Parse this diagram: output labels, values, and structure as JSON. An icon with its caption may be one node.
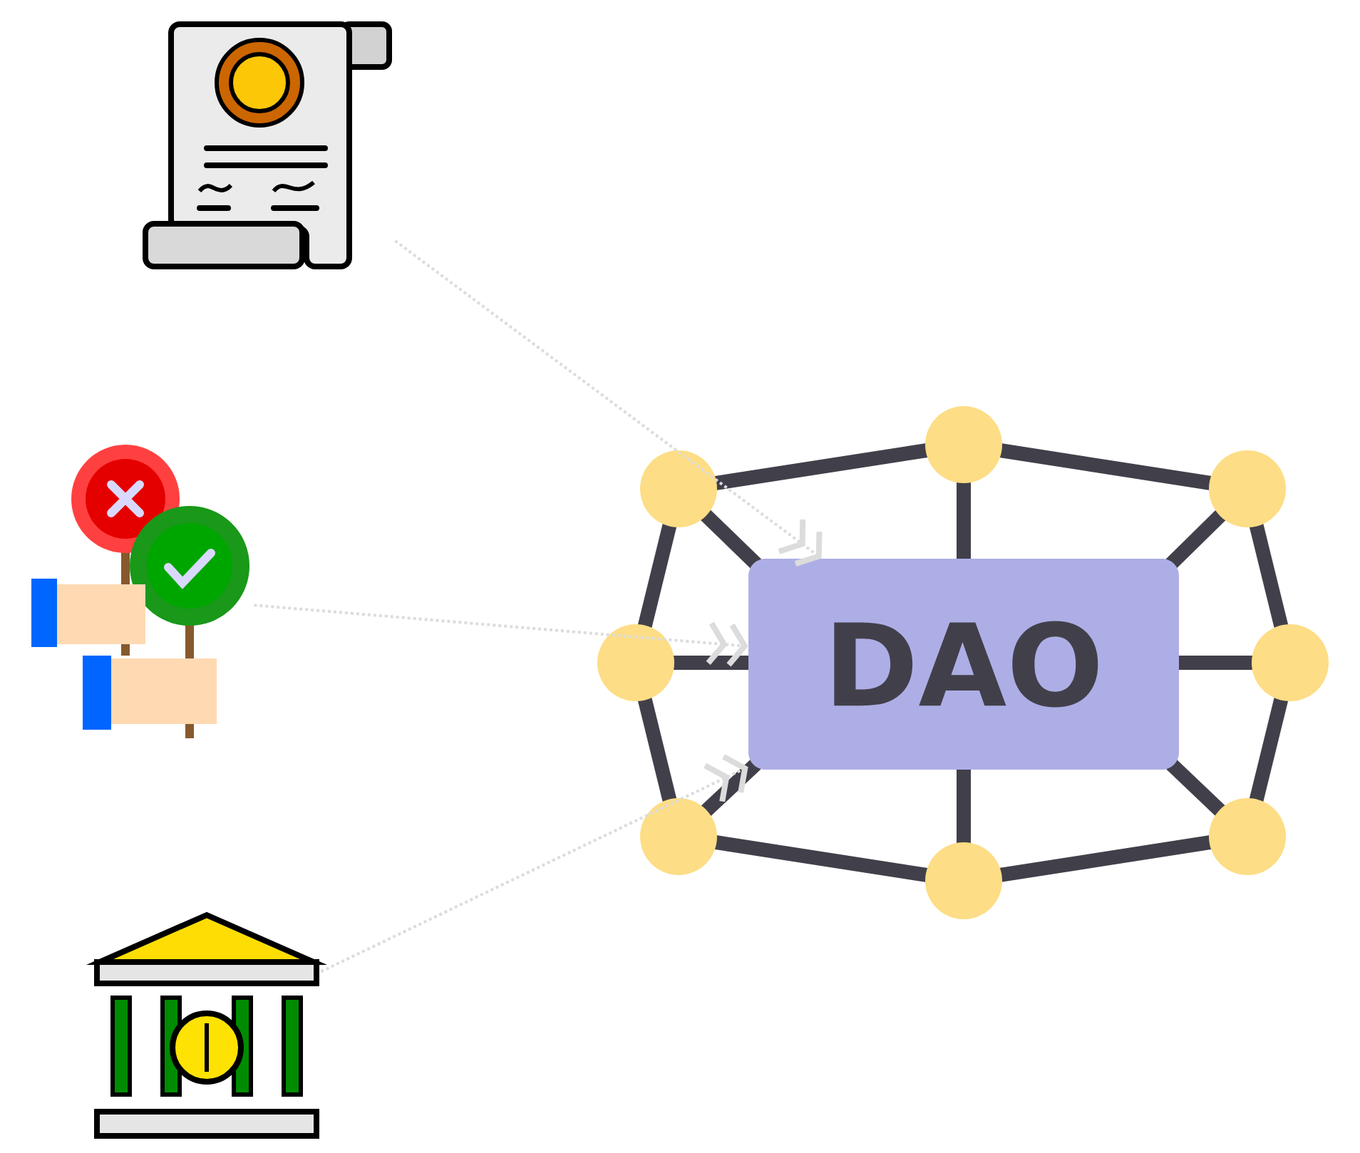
{
  "diagram": {
    "nodes": [
      {
        "text": [],
        "shape": "picture"
      },
      {
        "text": [],
        "shape": "picture"
      },
      {
        "text": [],
        "shape": "picture"
      },
      {
        "text": [
          "DAO"
        ]
      }
    ],
    "edges": [
      {
        "from": 0,
        "to": 3,
        "arrow": "to",
        "style": "dashed",
        "color": "#dcdcdc"
      },
      {
        "from": 1,
        "to": 3,
        "arrow": "to",
        "style": "dashed",
        "color": "#dcdcdc"
      },
      {
        "from": 2,
        "to": 3,
        "arrow": "to",
        "style": "dashed",
        "color": "#dcdcdc"
      }
    ]
  }
}
